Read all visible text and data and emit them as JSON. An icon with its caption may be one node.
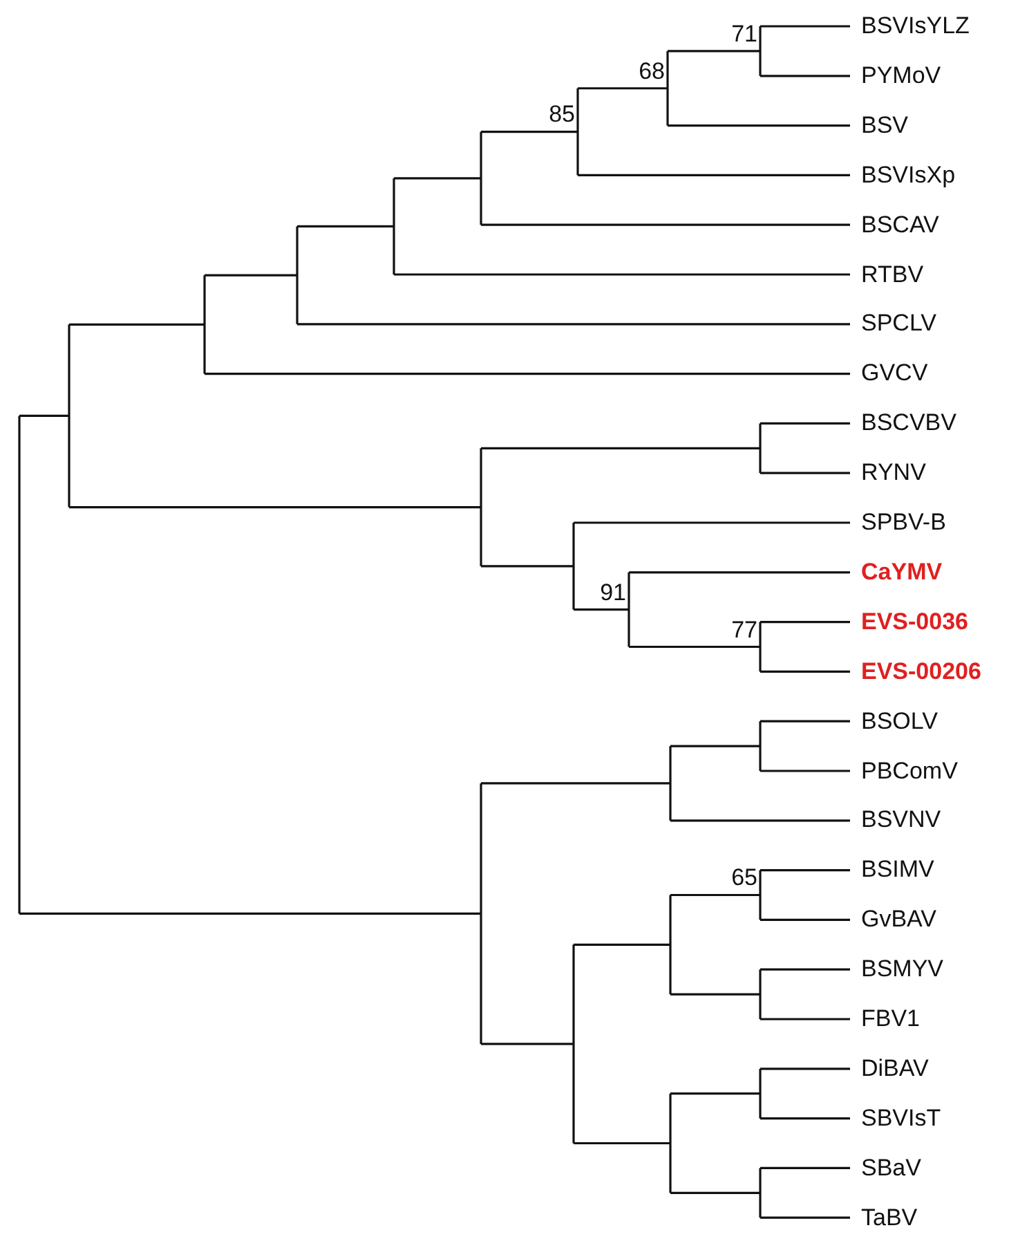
{
  "diagram": {
    "labels": [
      "71",
      "BSVIsYLZ",
      "68",
      "PYMoV",
      "85",
      "BSV",
      "BSVIsXp",
      "BSCAV",
      "RTBV",
      "SPCLV",
      "GVCV",
      "BSCVBV",
      "RYNV",
      "SPBV-B",
      "91",
      "CaYMV",
      "77",
      "EVS-0036",
      "EVS-00206",
      "BSOLV",
      "PBComV",
      "BSVNV",
      "65",
      "BSIMV",
      "GvBAV",
      "BSMYV",
      "FBV1",
      "DiBAV",
      "SBVIsT",
      "SBaV",
      "TaBV"
    ]
  }
}
